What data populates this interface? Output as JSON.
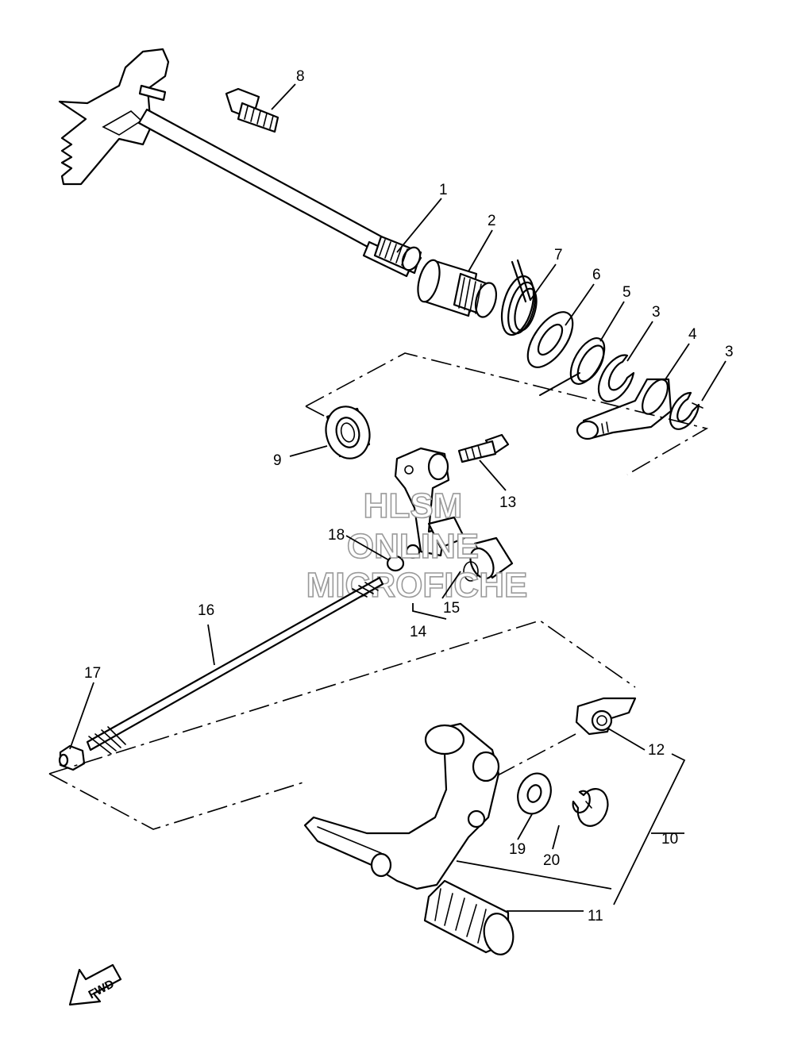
{
  "callouts": {
    "c1": "1",
    "c2": "2",
    "c3a": "3",
    "c3b": "3",
    "c4": "4",
    "c5": "5",
    "c6": "6",
    "c7": "7",
    "c8": "8",
    "c9": "9",
    "c10": "10",
    "c11": "11",
    "c12": "12",
    "c13": "13",
    "c14": "14",
    "c15": "15",
    "c16": "16",
    "c17": "17",
    "c18": "18",
    "c19": "19",
    "c20": "20"
  },
  "watermark": {
    "line1": "HLSM",
    "line2": "ONLINE",
    "line3": "MICROFICHE"
  },
  "fwd_label": "FWD"
}
